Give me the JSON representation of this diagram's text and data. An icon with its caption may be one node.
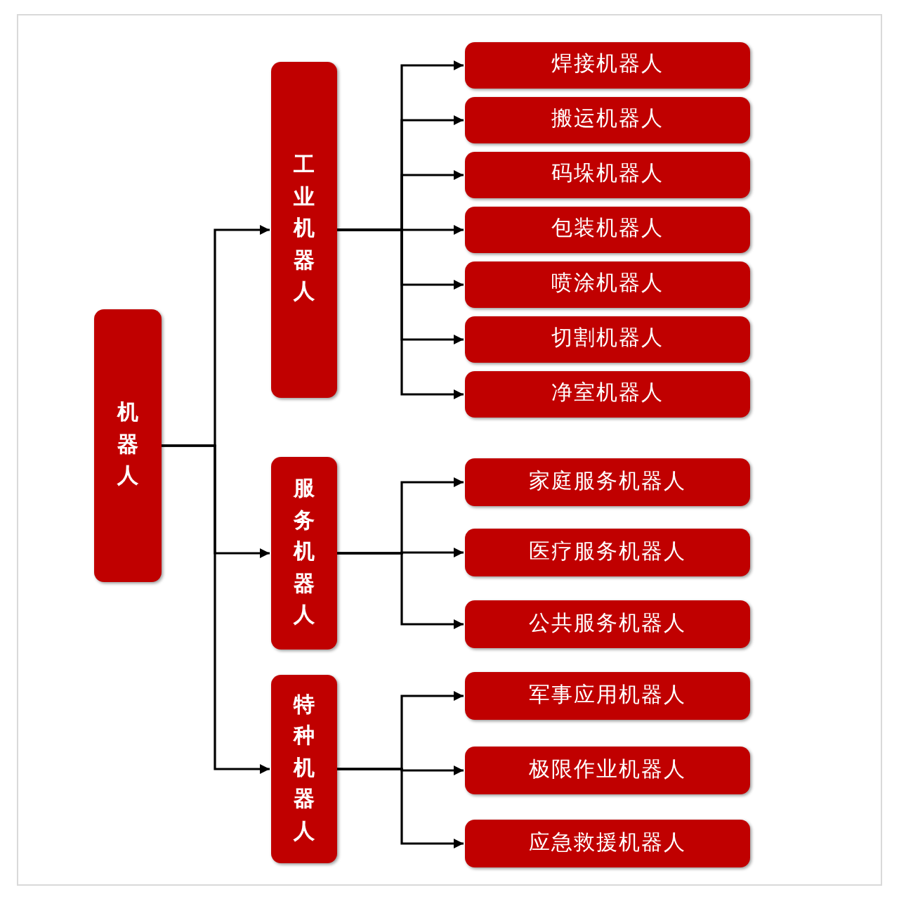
{
  "diagram": {
    "nodes": [
      {
        "text": [
          "机器人"
        ]
      },
      {
        "text": [
          "工业机器人"
        ]
      },
      {
        "text": [
          "焊接机器人"
        ]
      },
      {
        "text": [
          "搬运机器人"
        ]
      },
      {
        "text": [
          "码垛机器人"
        ]
      },
      {
        "text": [
          "包装机器人"
        ]
      },
      {
        "text": [
          "喷涂机器人"
        ]
      },
      {
        "text": [
          "切割机器人"
        ]
      },
      {
        "text": [
          "净室机器人"
        ]
      },
      {
        "text": [
          "服务机器人"
        ]
      },
      {
        "text": [
          "家庭服务机器人"
        ]
      },
      {
        "text": [
          "医疗服务机器人"
        ]
      },
      {
        "text": [
          "公共服务机器人"
        ]
      },
      {
        "text": [
          "特种机器人"
        ]
      },
      {
        "text": [
          "军事应用机器人"
        ]
      },
      {
        "text": [
          "极限作业机器人"
        ]
      },
      {
        "text": [
          "应急救援机器人"
        ]
      }
    ],
    "edges": [
      {
        "from": 0,
        "to": 1,
        "arrow": "to"
      },
      {
        "from": 0,
        "to": 9,
        "arrow": "to"
      },
      {
        "from": 0,
        "to": 13,
        "arrow": "to"
      },
      {
        "from": 1,
        "to": 2,
        "arrow": "to"
      },
      {
        "from": 1,
        "to": 3,
        "arrow": "to"
      },
      {
        "from": 1,
        "to": 4,
        "arrow": "to"
      },
      {
        "from": 1,
        "to": 5,
        "arrow": "to"
      },
      {
        "from": 1,
        "to": 6,
        "arrow": "to"
      },
      {
        "from": 1,
        "to": 7,
        "arrow": "to"
      },
      {
        "from": 1,
        "to": 8,
        "arrow": "to"
      },
      {
        "from": 9,
        "to": 10,
        "arrow": "to"
      },
      {
        "from": 9,
        "to": 11,
        "arrow": "to"
      },
      {
        "from": 9,
        "to": 12,
        "arrow": "to"
      },
      {
        "from": 13,
        "to": 14,
        "arrow": "to"
      },
      {
        "from": 13,
        "to": 15,
        "arrow": "to"
      },
      {
        "from": 13,
        "to": 16,
        "arrow": "to"
      }
    ]
  }
}
